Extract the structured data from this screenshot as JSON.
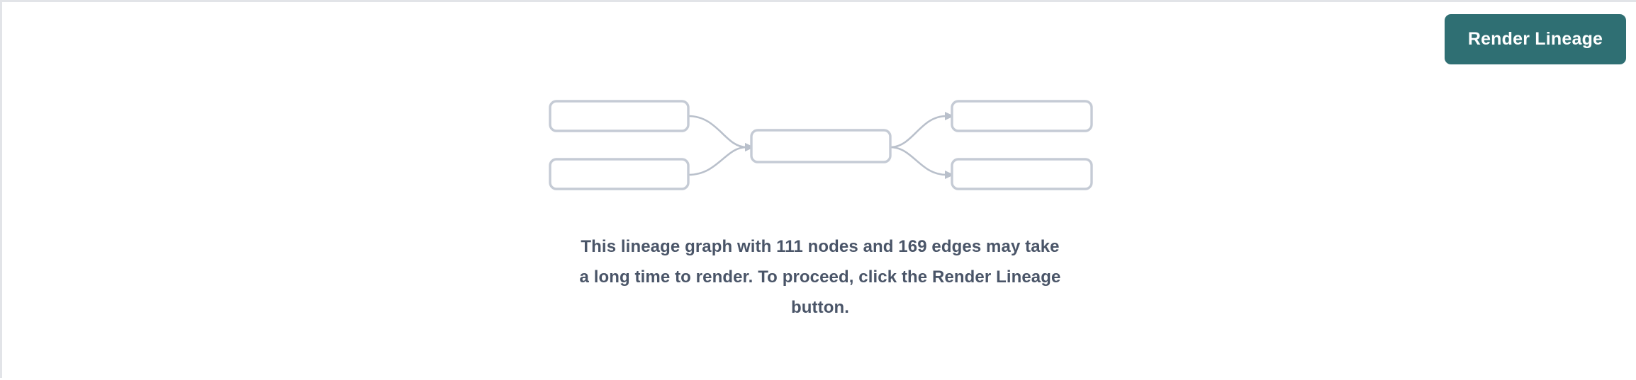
{
  "page": {
    "background_color": "#ffffff",
    "border_color": "#e2e4e8"
  },
  "toolbar": {
    "render_lineage_label": "Render Lineage",
    "button_color": "#2f6f73",
    "button_text_color": "#ffffff"
  },
  "lineage_placeholder": {
    "node_border_color": "#c5cbd5",
    "edge_color": "#b9c0cb",
    "nodes": [
      {
        "id": "left-top",
        "label": ""
      },
      {
        "id": "left-bottom",
        "label": ""
      },
      {
        "id": "center",
        "label": ""
      },
      {
        "id": "right-top",
        "label": ""
      },
      {
        "id": "right-bottom",
        "label": ""
      }
    ],
    "message_color": "#4a5568",
    "message_lines": [
      "This lineage graph with 111 nodes and 169 edges may take",
      "a long time to render. To proceed, click the Render Lineage",
      "button."
    ],
    "node_count": "111",
    "edge_count": "169"
  }
}
